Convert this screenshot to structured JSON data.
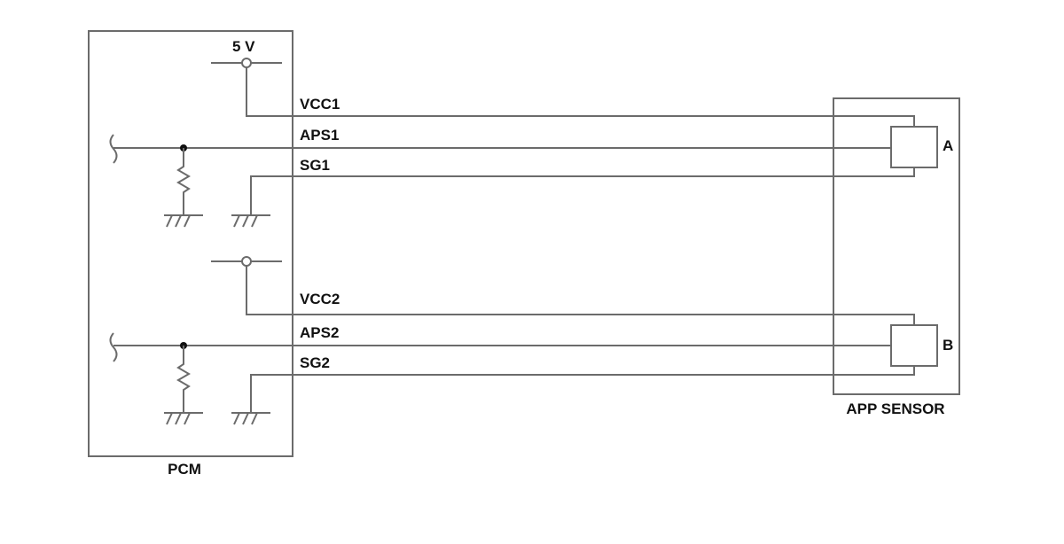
{
  "labels": {
    "pcm": "PCM",
    "app_sensor": "APP SENSOR",
    "supply": "5 V",
    "vcc1": "VCC1",
    "aps1": "APS1",
    "sg1": "SG1",
    "vcc2": "VCC2",
    "aps2": "APS2",
    "sg2": "SG2",
    "element_a": "A",
    "element_b": "B"
  },
  "colors": {
    "line": "#6b6b6b",
    "text": "#111111"
  }
}
